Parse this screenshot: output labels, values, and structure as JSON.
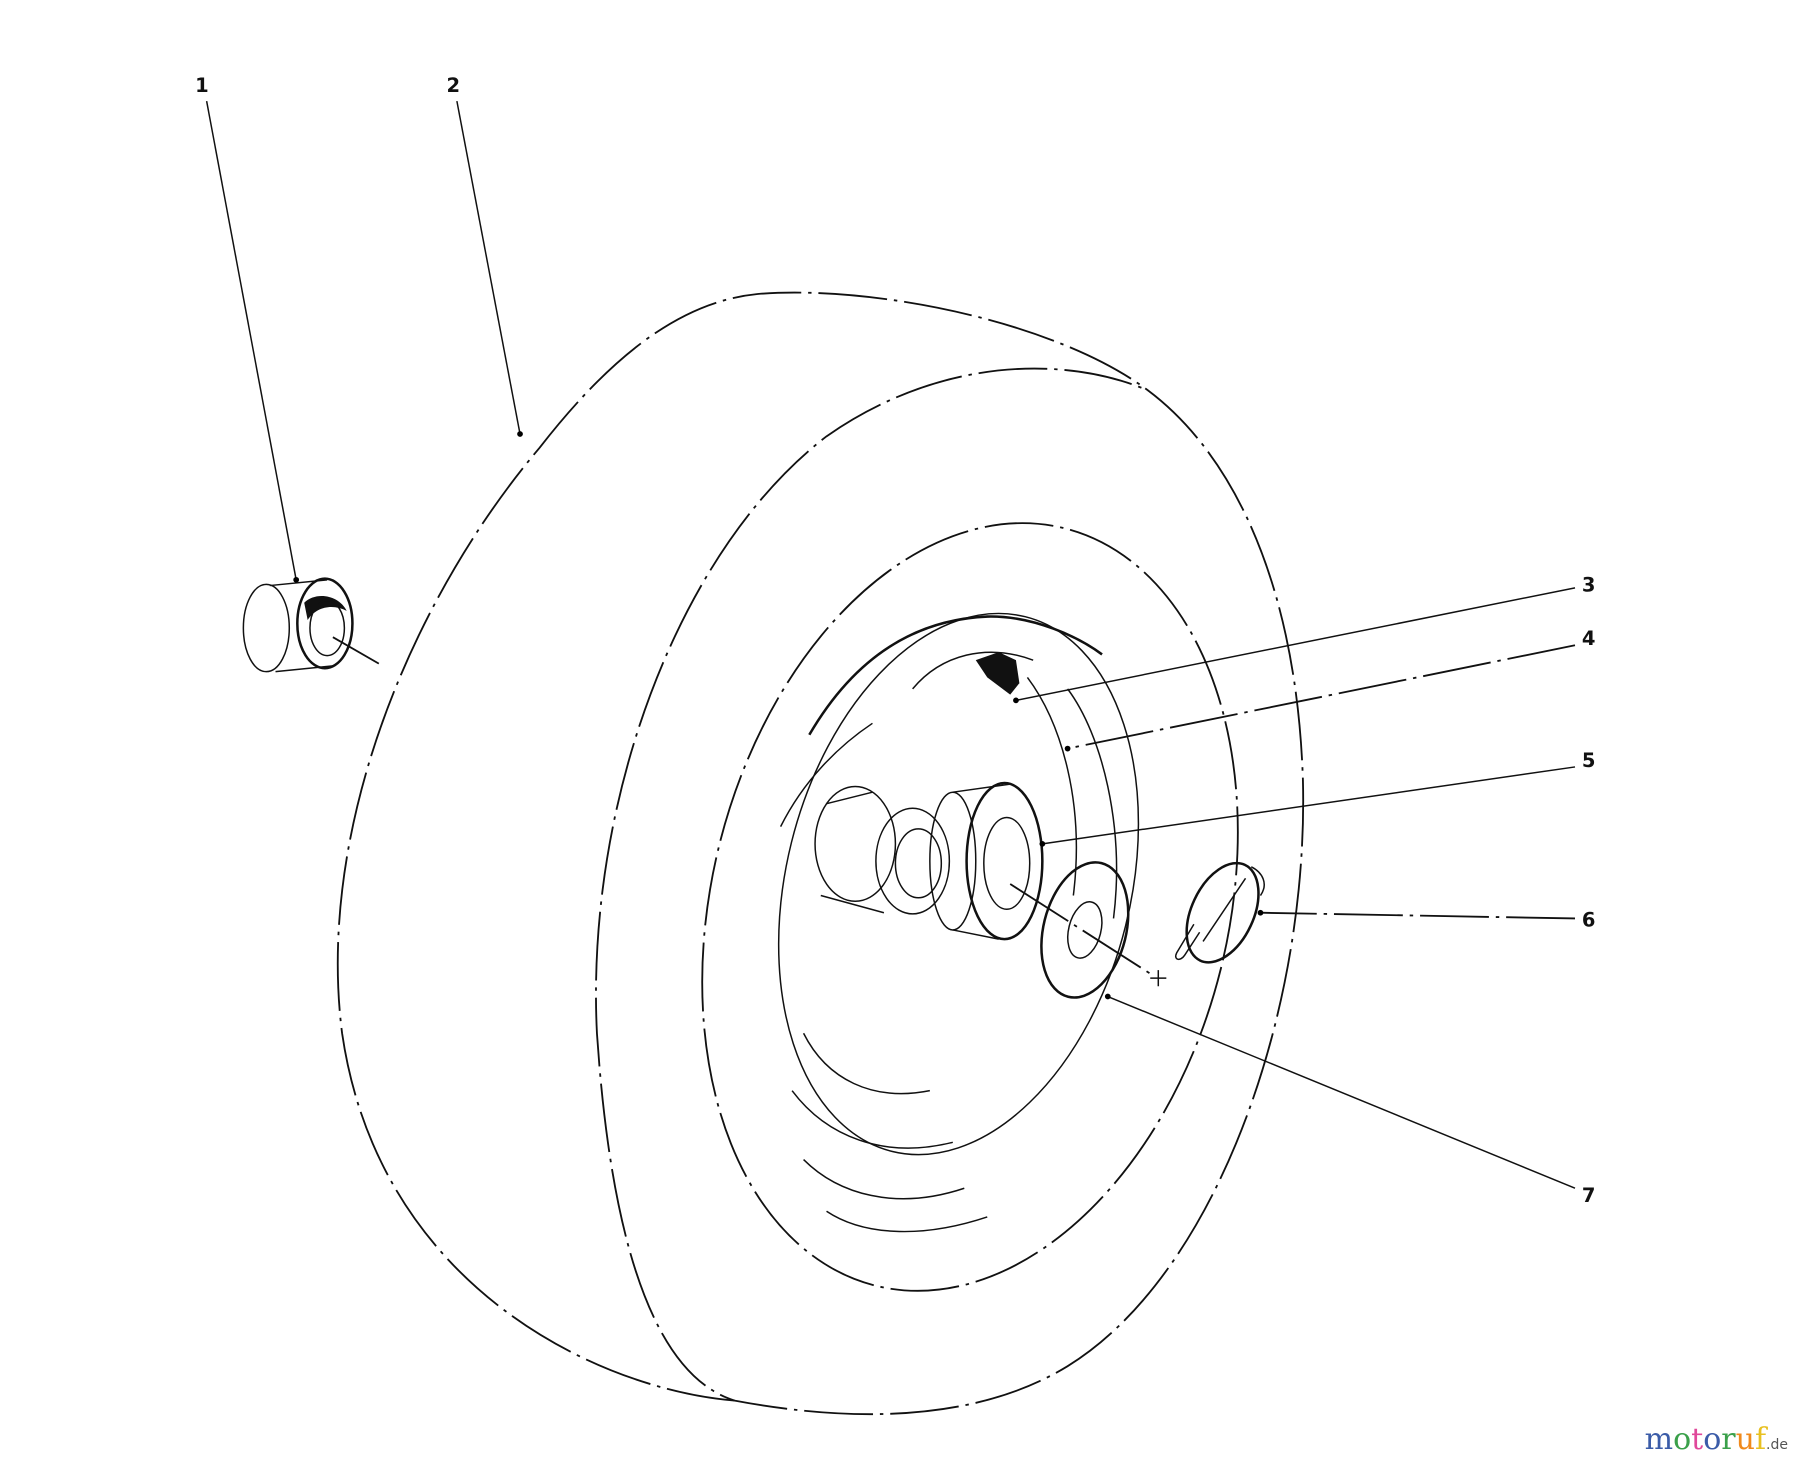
{
  "diagram": {
    "callouts": [
      {
        "id": "1",
        "label": "1"
      },
      {
        "id": "2",
        "label": "2"
      },
      {
        "id": "3",
        "label": "3"
      },
      {
        "id": "4",
        "label": "4"
      },
      {
        "id": "5",
        "label": "5"
      },
      {
        "id": "6",
        "label": "6"
      },
      {
        "id": "7",
        "label": "7"
      }
    ]
  },
  "watermark": {
    "text": "motoruf",
    "suffix": ".de",
    "letter_colors": [
      "#3b5ca8",
      "#3aa04a",
      "#e0489a",
      "#3b5ca8",
      "#3aa04a",
      "#f08a1c",
      "#e8c020"
    ]
  }
}
